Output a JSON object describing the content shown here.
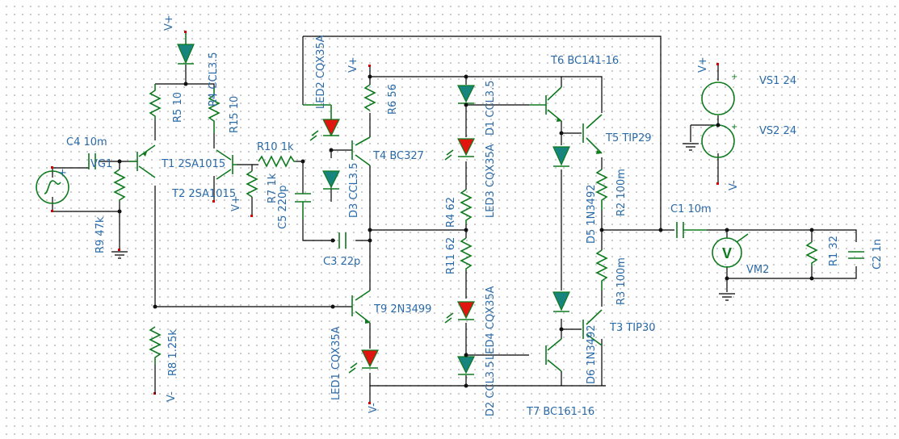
{
  "schematic": {
    "components": {
      "c4": "C4 10m",
      "vs1_src": "VG1",
      "t1": "T1 2SA1015",
      "r5": "R5 10",
      "r4": "R4 CCL3.5",
      "r15": "R15 10",
      "t2": "T2 2SA1015",
      "r9": "R9 47k",
      "r7": "R7 1k",
      "r10": "R10 1k",
      "c5": "C5 220p",
      "led2": "LED2 CQX35A",
      "r6": "R6 56",
      "t4": "T4 BC327",
      "d3": "D3 CCL3.5",
      "d1": "D1 CCL3.5",
      "led3": "LED3 CQX35A",
      "r4b": "R4 62",
      "r11": "R11 62",
      "c3": "C3 22p",
      "t9": "T9 2N3499",
      "led1": "LED1 CQX35A",
      "led4": "LED4 CQX35A",
      "d2": "D2 CCL3.5",
      "t6": "T6 BC141-16",
      "t5": "T5 TIP29",
      "r2": "R2 100m",
      "d5": "D5 1N3492",
      "r3": "R3 100m",
      "t3": "T3 TIP30",
      "d6": "D6 1N3492",
      "t7": "T7 BC161-16",
      "r8": "R8 1.25k",
      "c1": "C1 10m",
      "vm2": "VM2",
      "r1": "R1 32",
      "c2": "C2 1n",
      "vsup1": "VS1 24",
      "vsup2": "VS2 24"
    },
    "rails": {
      "vplus": "V+",
      "vminus": "V-"
    },
    "meter_symbol": "V",
    "colors": {
      "wire": "#000000",
      "component": "#0e7a1e",
      "label": "#2a6aa8",
      "pin": "#cc0000",
      "diode_teal": "#17857e",
      "led_red": "#e0150f"
    }
  }
}
